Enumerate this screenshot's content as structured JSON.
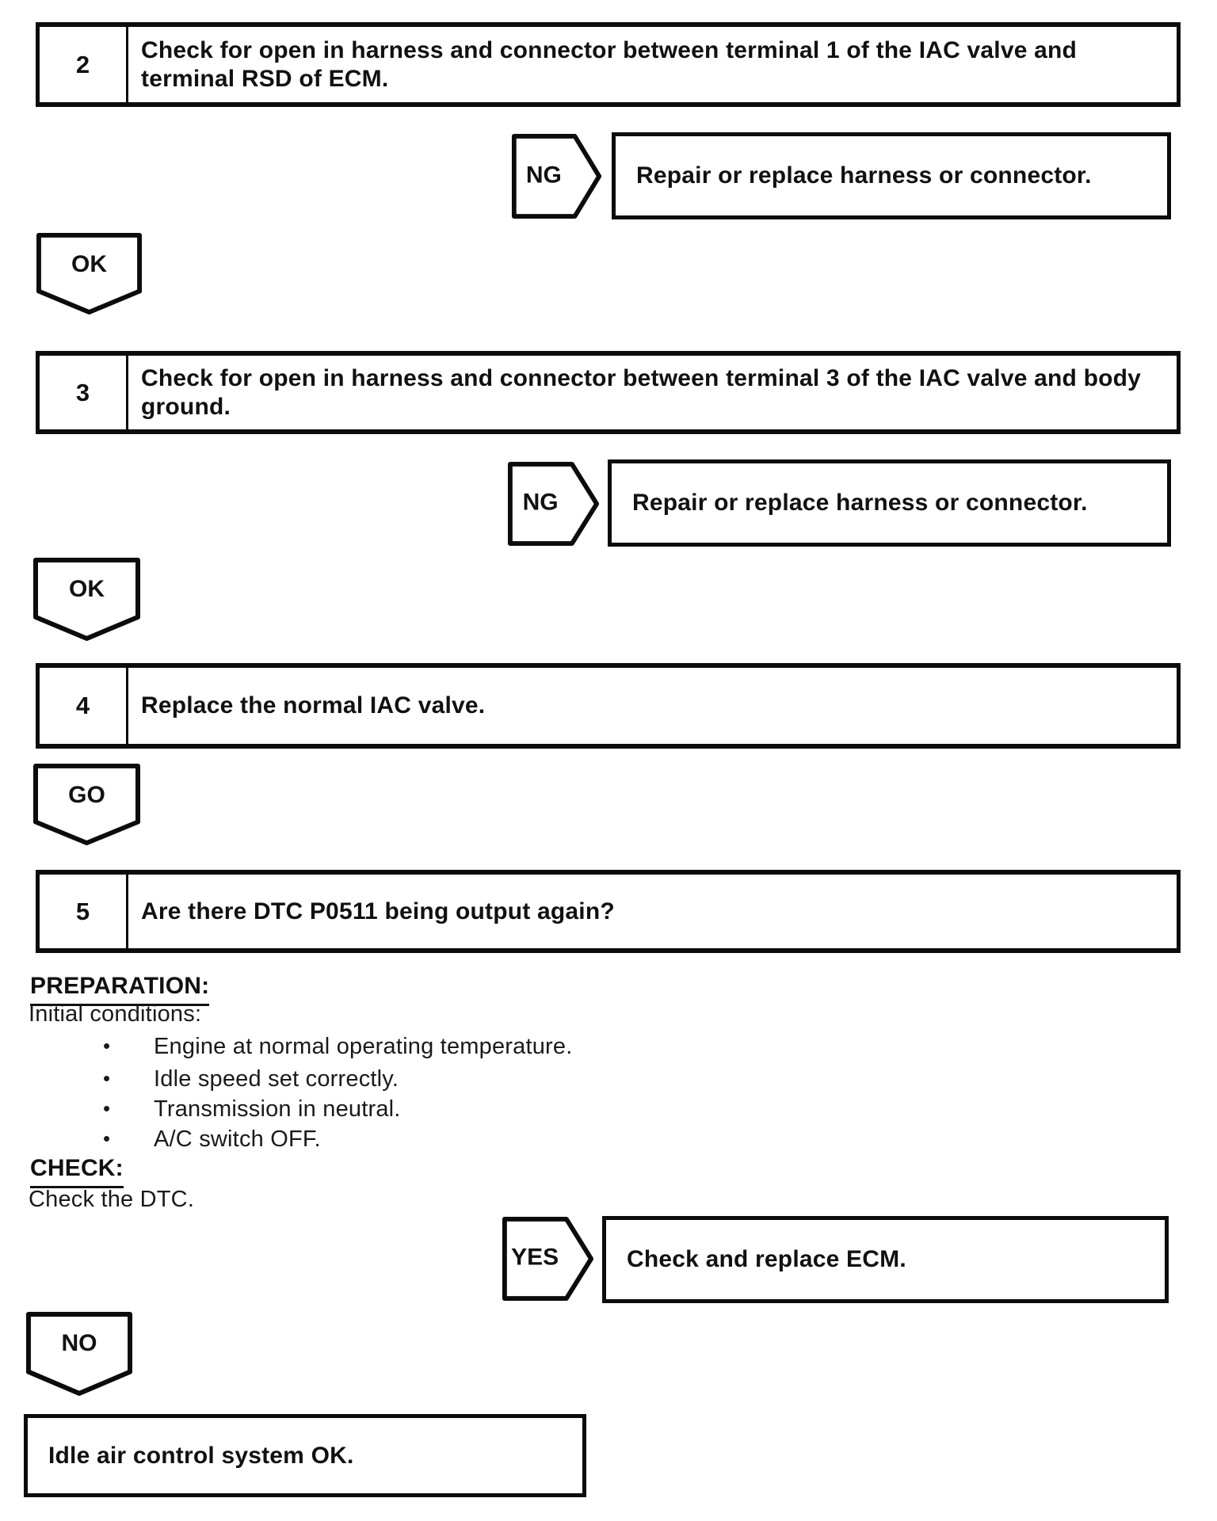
{
  "colors": {
    "ink": "#0c0c0c",
    "paper": "#ffffff"
  },
  "flow": {
    "step2": {
      "number": "2",
      "text": "Check for open in harness and connector between terminal 1 of the IAC valve and terminal RSD of ECM."
    },
    "ng1": {
      "label": "NG",
      "result": "Repair or replace harness or connector."
    },
    "ok1": {
      "label": "OK"
    },
    "step3": {
      "number": "3",
      "text": "Check for open in harness and connector between terminal 3 of the IAC valve and body ground."
    },
    "ng2": {
      "label": "NG",
      "result": "Repair or replace harness or connector."
    },
    "ok2": {
      "label": "OK"
    },
    "step4": {
      "number": "4",
      "text": "Replace the normal IAC valve."
    },
    "go": {
      "label": "GO"
    },
    "step5": {
      "number": "5",
      "text": "Are there DTC P0511 being output again?"
    },
    "preparation": {
      "heading": "PREPARATION:",
      "intro": "Initial conditions:",
      "bullet_glyph": "•",
      "bullets": [
        "Engine at normal operating temperature.",
        "Idle speed set correctly.",
        "Transmission in neutral.",
        "A/C switch OFF."
      ]
    },
    "check": {
      "heading": "CHECK:",
      "text": "Check the DTC."
    },
    "yes": {
      "label": "YES",
      "result": "Check and replace ECM."
    },
    "no": {
      "label": "NO"
    },
    "final": {
      "text": "Idle air control system OK."
    }
  }
}
